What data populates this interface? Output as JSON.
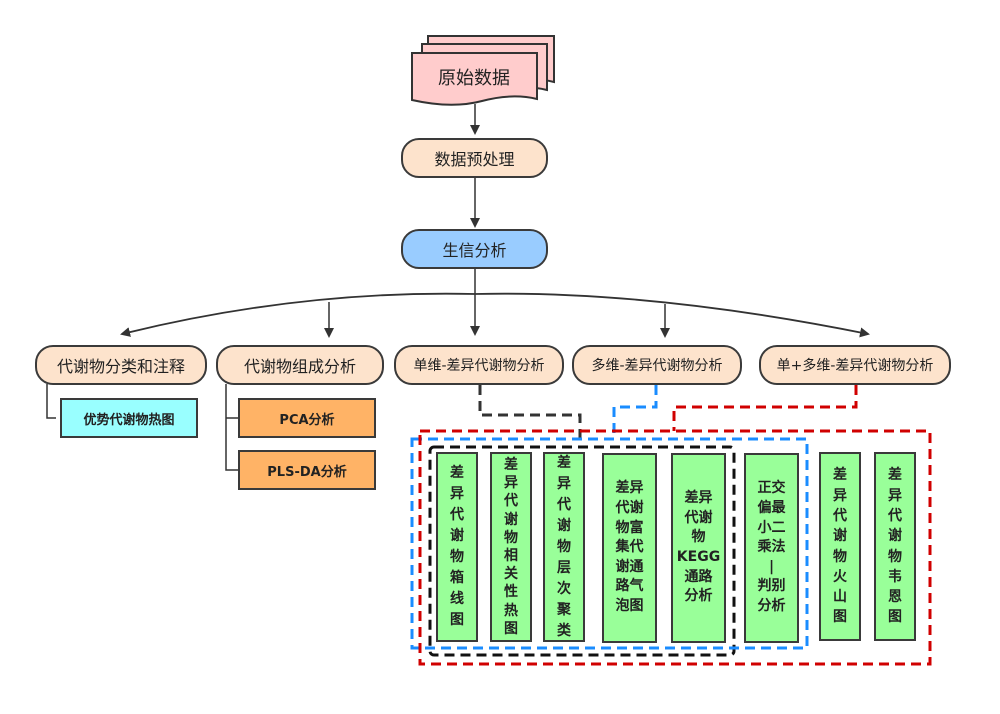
{
  "diagram": {
    "source": {
      "label": "原始数据",
      "color": "#ffcccc"
    },
    "preprocess": {
      "label": "数据预处理",
      "color": "#fde3cc"
    },
    "bioinfo": {
      "label": "生信分析",
      "color": "#99ccff"
    },
    "branches": [
      {
        "label": "代谢物分类和注释",
        "children": [
          {
            "label": "优势代谢物热图",
            "color": "#99ffff"
          }
        ]
      },
      {
        "label": "代谢物组成分析",
        "children": [
          {
            "label": "PCA分析",
            "color": "#ffb366"
          },
          {
            "label": "PLS-DA分析",
            "color": "#ffb366"
          }
        ]
      },
      {
        "label": "单维-差异代谢物分析",
        "group_color": "#333333"
      },
      {
        "label": "多维-差异代谢物分析",
        "group_color": "#1a8cff"
      },
      {
        "label": "单+多维-差异代谢物分析",
        "group_color": "#d00000"
      }
    ],
    "analyses": [
      {
        "label": "差\n异\n代\n谢\n物\n箱\n线\n图"
      },
      {
        "label": "差\n异\n代\n谢\n物\n相\n关\n性\n热\n图"
      },
      {
        "label": "差\n异\n代\n谢\n物\n层\n次\n聚\n类"
      },
      {
        "label": "差异\n代谢\n物富\n集代\n谢通\n路气\n泡图"
      },
      {
        "label": "差异\n代谢\n物\nKEGG\n通路\n分析"
      },
      {
        "label": "正交\n偏最\n小二\n乘法\n|\n判别\n分析"
      },
      {
        "label": "差\n异\n代\n谢\n物\n火\n山\n图"
      },
      {
        "label": "差\n异\n代\n谢\n物\n韦\n恩\n图"
      }
    ],
    "box_color": "#99ff99"
  }
}
